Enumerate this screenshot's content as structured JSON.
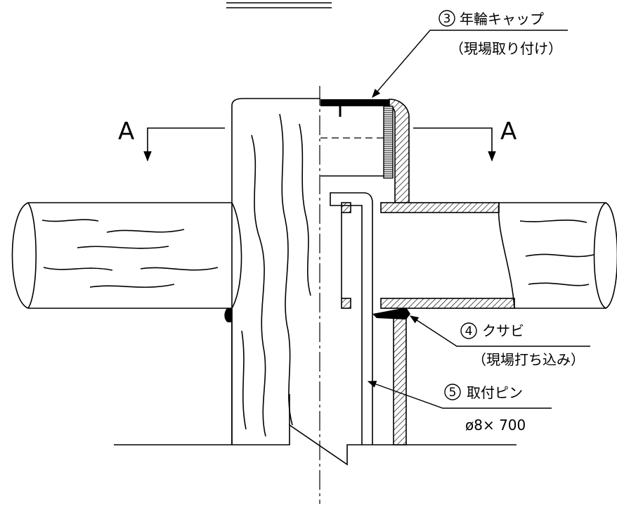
{
  "section_marks": {
    "left": "A",
    "right": "A"
  },
  "callouts": [
    {
      "number": "3",
      "title": "年輪キャップ",
      "note": "（現場取り付け）"
    },
    {
      "number": "4",
      "title": "クサビ",
      "note": "（現場打ち込み）"
    },
    {
      "number": "5",
      "title": "取付ピン",
      "note": "ø8× 700"
    }
  ]
}
